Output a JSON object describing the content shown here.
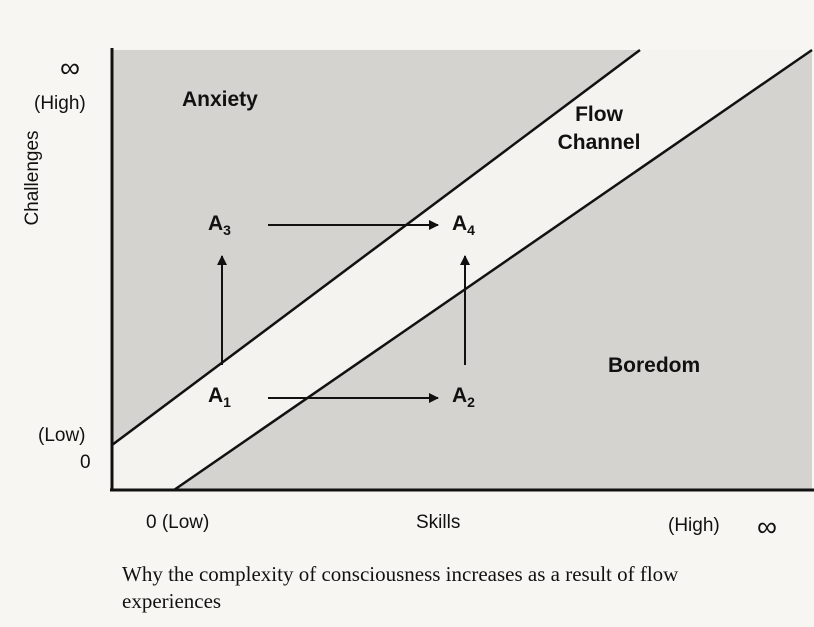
{
  "axes": {
    "y_label": "Challenges",
    "x_label": "Skills",
    "y_top_symbol": "∞",
    "y_top_label": "(High)",
    "y_bottom_label": "(Low)",
    "y_zero": "0",
    "x_left_label": "0 (Low)",
    "x_right_label": "(High)",
    "x_right_symbol": "∞"
  },
  "regions": {
    "anxiety": "Anxiety",
    "flow_line1": "Flow",
    "flow_line2": "Channel",
    "boredom": "Boredom"
  },
  "points": {
    "a1": {
      "letter": "A",
      "sub": "1"
    },
    "a2": {
      "letter": "A",
      "sub": "2"
    },
    "a3": {
      "letter": "A",
      "sub": "3"
    },
    "a4": {
      "letter": "A",
      "sub": "4"
    }
  },
  "caption": "Why the complexity of consciousness increases as a result of flow experiences",
  "colors": {
    "shaded_region": "#d4d3d0",
    "flow_channel": "#f4f3ef",
    "ink": "#111111"
  }
}
